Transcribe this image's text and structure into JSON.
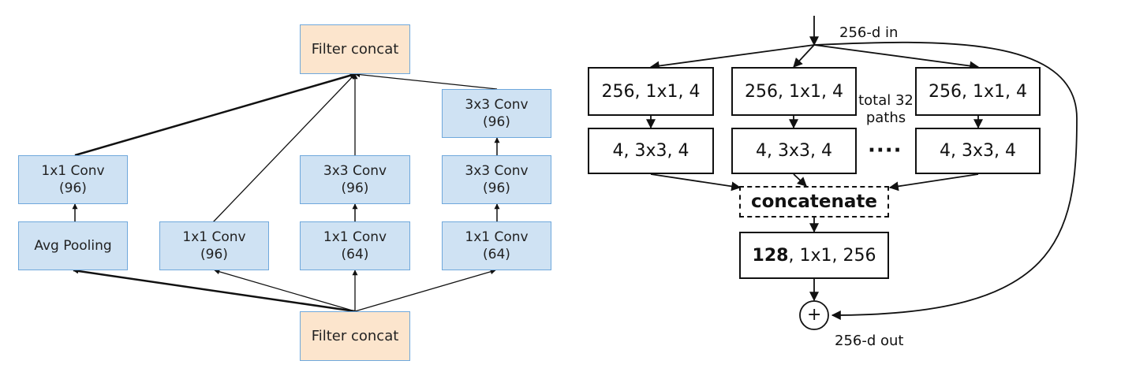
{
  "left_diagram": {
    "top_concat": "Filter concat",
    "bottom_concat": "Filter concat",
    "col1": {
      "conv_label": "1x1 Conv",
      "conv_param": "(96)",
      "pool_label": "Avg Pooling"
    },
    "col2": {
      "conv_label": "1x1 Conv",
      "conv_param": "(96)"
    },
    "col3": {
      "top_label": "3x3 Conv",
      "top_param": "(96)",
      "bottom_label": "1x1 Conv",
      "bottom_param": "(64)"
    },
    "col4": {
      "top_label": "3x3 Conv",
      "top_param": "(96)",
      "mid_label": "3x3 Conv",
      "mid_param": "(96)",
      "bottom_label": "1x1 Conv",
      "bottom_param": "(64)"
    }
  },
  "right_diagram": {
    "input_label": "256-d in",
    "output_label": "256-d out",
    "path1": {
      "first": "256, 1x1, 4",
      "second": "4, 3x3, 4"
    },
    "path2": {
      "first": "256, 1x1, 4",
      "second": "4, 3x3, 4"
    },
    "path3": {
      "first": "256, 1x1, 4",
      "second": "4, 3x3, 4"
    },
    "paths_note_line1": "total 32",
    "paths_note_line2": "paths",
    "ellipsis": "····",
    "concat_label": "concatenate",
    "final_conv_bold": "128",
    "final_conv_rest": ", 1x1, 256",
    "sum_symbol": "+"
  },
  "colors": {
    "conv_fill": "#cfe2f3",
    "conv_border": "#6fa8dc",
    "concat_fill": "#fce5cd",
    "line": "#111111"
  }
}
